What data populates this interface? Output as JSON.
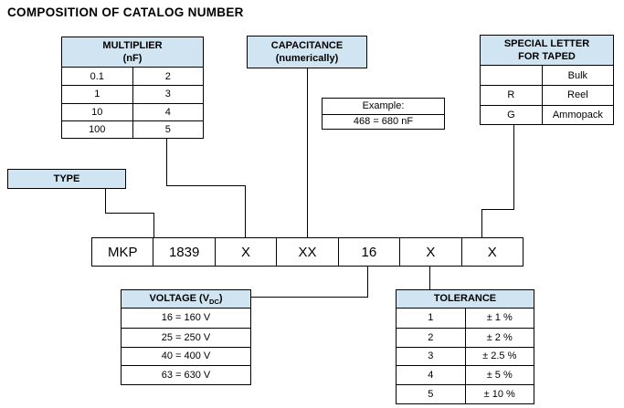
{
  "title": "COMPOSITION OF CATALOG NUMBER",
  "colors": {
    "header_fill": "#d0e4f1",
    "border": "#000000"
  },
  "multiplier": {
    "header": [
      "MULTIPLIER",
      "(nF)"
    ],
    "rows": [
      [
        "0.1",
        "2"
      ],
      [
        "1",
        "3"
      ],
      [
        "10",
        "4"
      ],
      [
        "100",
        "5"
      ]
    ]
  },
  "capacitance": {
    "header": [
      "CAPACITANCE",
      "(numerically)"
    ]
  },
  "example": {
    "label": "Example:",
    "value": "468 = 680 nF"
  },
  "special_letter": {
    "header": [
      "SPECIAL LETTER",
      "FOR TAPED"
    ],
    "rows": [
      [
        "",
        "Bulk"
      ],
      [
        "R",
        "Reel"
      ],
      [
        "G",
        "Ammopack"
      ]
    ]
  },
  "type_box": {
    "label": "TYPE"
  },
  "catalog_row": {
    "cells": [
      "MKP",
      "1839",
      "X",
      "XX",
      "16",
      "X",
      "X"
    ]
  },
  "voltage": {
    "header_prefix": "VOLTAGE (V",
    "header_sub": "DC",
    "header_suffix": ")",
    "rows": [
      "16 = 160 V",
      "25 = 250 V",
      "40 = 400 V",
      "63 = 630 V"
    ]
  },
  "tolerance": {
    "header": "TOLERANCE",
    "rows": [
      [
        "1",
        "± 1 %"
      ],
      [
        "2",
        "± 2 %"
      ],
      [
        "3",
        "± 2.5 %"
      ],
      [
        "4",
        "± 5 %"
      ],
      [
        "5",
        "± 10 %"
      ]
    ]
  }
}
